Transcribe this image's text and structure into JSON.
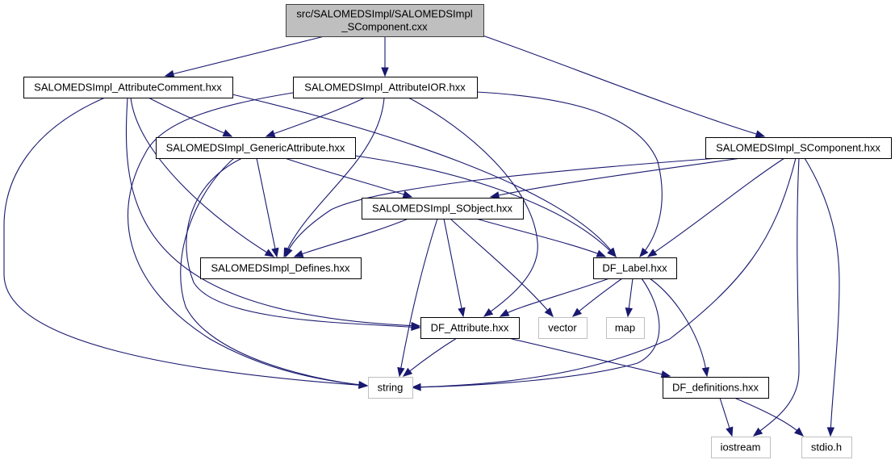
{
  "diagram": {
    "type": "include-dependency-graph",
    "colors": {
      "edge": "#191970",
      "root_fill": "#bfbfbf",
      "root_border": "#404040",
      "node_fill": "#ffffff",
      "node_border": "#000000",
      "external_border": "#bfbfbf",
      "text": "#000000"
    },
    "nodes": [
      {
        "id": "root",
        "label": "src/SALOMEDSImpl/SALOMEDSImpl\n_SComponent.cxx",
        "kind": "root"
      },
      {
        "id": "attrcomment",
        "label": "SALOMEDSImpl_AttributeComment.hxx",
        "kind": "documented"
      },
      {
        "id": "attrior",
        "label": "SALOMEDSImpl_AttributeIOR.hxx",
        "kind": "documented"
      },
      {
        "id": "scomponent",
        "label": "SALOMEDSImpl_SComponent.hxx",
        "kind": "documented"
      },
      {
        "id": "generic",
        "label": "SALOMEDSImpl_GenericAttribute.hxx",
        "kind": "documented"
      },
      {
        "id": "sobject",
        "label": "SALOMEDSImpl_SObject.hxx",
        "kind": "documented"
      },
      {
        "id": "defines",
        "label": "SALOMEDSImpl_Defines.hxx",
        "kind": "documented"
      },
      {
        "id": "dflabel",
        "label": "DF_Label.hxx",
        "kind": "documented"
      },
      {
        "id": "dfattr",
        "label": "DF_Attribute.hxx",
        "kind": "documented"
      },
      {
        "id": "vector",
        "label": "vector",
        "kind": "external"
      },
      {
        "id": "map",
        "label": "map",
        "kind": "external"
      },
      {
        "id": "string",
        "label": "string",
        "kind": "external"
      },
      {
        "id": "dfdefs",
        "label": "DF_definitions.hxx",
        "kind": "documented"
      },
      {
        "id": "iostream",
        "label": "iostream",
        "kind": "external"
      },
      {
        "id": "stdio",
        "label": "stdio.h",
        "kind": "external"
      }
    ],
    "edges": [
      {
        "from": "root",
        "to": "attrcomment"
      },
      {
        "from": "root",
        "to": "attrior"
      },
      {
        "from": "root",
        "to": "scomponent"
      },
      {
        "from": "attrcomment",
        "to": "generic"
      },
      {
        "from": "attrcomment",
        "to": "defines"
      },
      {
        "from": "attrcomment",
        "to": "dflabel"
      },
      {
        "from": "attrcomment",
        "to": "dfattr"
      },
      {
        "from": "attrcomment",
        "to": "string"
      },
      {
        "from": "attrior",
        "to": "generic"
      },
      {
        "from": "attrior",
        "to": "defines"
      },
      {
        "from": "attrior",
        "to": "dflabel"
      },
      {
        "from": "attrior",
        "to": "dfattr"
      },
      {
        "from": "attrior",
        "to": "string"
      },
      {
        "from": "generic",
        "to": "sobject"
      },
      {
        "from": "generic",
        "to": "defines"
      },
      {
        "from": "generic",
        "to": "dflabel"
      },
      {
        "from": "generic",
        "to": "dfattr"
      },
      {
        "from": "generic",
        "to": "string"
      },
      {
        "from": "scomponent",
        "to": "sobject"
      },
      {
        "from": "scomponent",
        "to": "defines"
      },
      {
        "from": "scomponent",
        "to": "dflabel"
      },
      {
        "from": "scomponent",
        "to": "string"
      },
      {
        "from": "scomponent",
        "to": "iostream"
      },
      {
        "from": "scomponent",
        "to": "stdio"
      },
      {
        "from": "sobject",
        "to": "defines"
      },
      {
        "from": "sobject",
        "to": "dflabel"
      },
      {
        "from": "sobject",
        "to": "dfattr"
      },
      {
        "from": "sobject",
        "to": "vector"
      },
      {
        "from": "sobject",
        "to": "string"
      },
      {
        "from": "dflabel",
        "to": "dfattr"
      },
      {
        "from": "dflabel",
        "to": "vector"
      },
      {
        "from": "dflabel",
        "to": "map"
      },
      {
        "from": "dflabel",
        "to": "string"
      },
      {
        "from": "dflabel",
        "to": "dfdefs"
      },
      {
        "from": "dfattr",
        "to": "string"
      },
      {
        "from": "dfattr",
        "to": "dfdefs"
      },
      {
        "from": "dfdefs",
        "to": "iostream"
      },
      {
        "from": "dfdefs",
        "to": "stdio"
      }
    ]
  }
}
